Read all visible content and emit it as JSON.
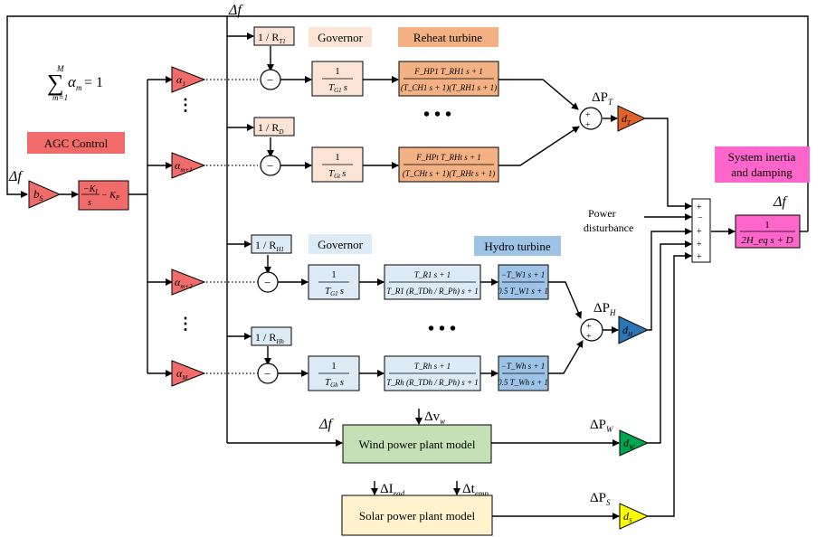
{
  "signals": {
    "df": "Δf",
    "sum_formula": "∑ α_m = 1",
    "sum_top": "M",
    "sum_bottom": "m=1",
    "sum_body": "α",
    "sum_sub": "m",
    "sum_eq": "= 1",
    "dP_T": "ΔP",
    "dP_T_sub": "T",
    "dP_H": "ΔP",
    "dP_H_sub": "H",
    "dP_W": "ΔP",
    "dP_W_sub": "W",
    "dP_S": "ΔP",
    "dP_S_sub": "S",
    "dv": "Δv",
    "dv_sub": "w",
    "dI": "ΔI",
    "dI_sub": "rad",
    "dt": "Δt",
    "dt_sub": "emp"
  },
  "labels": {
    "agc": "AGC Control",
    "governor_top": "Governor",
    "reheat": "Reheat turbine",
    "governor_bottom": "Governor",
    "hydro": "Hydro turbine",
    "system": [
      "System inertia",
      "and damping"
    ],
    "power_dist": [
      "Power",
      "disturbance"
    ]
  },
  "blocks": {
    "bs": "b",
    "bs_sub": "S",
    "pi_num": "−K",
    "pi_num_sub": "I",
    "pi_den": "s",
    "pi_tail": "− K",
    "pi_tail_sub": "P",
    "alpha1": "α",
    "alpha1_sub": "1",
    "alpham1": "α",
    "alpham1_sub": "m+1",
    "alpham2": "α",
    "alpham2_sub": "m+2",
    "alphaM": "α",
    "alphaM_sub": "M",
    "r_t1": "1 / R",
    "r_t1_sub": "T1",
    "r_d": "1 / R",
    "r_d_sub": "D",
    "r_h1": "1 / R",
    "r_h1_sub": "H1",
    "r_hh": "1 / R",
    "r_hh_sub": "Hh",
    "gov_num": "1",
    "gov_t1": "T",
    "gov_t1_sub": "G1",
    "gov_t1_s": "s",
    "gov_tt": "T",
    "gov_tt_sub": "Gt",
    "gov_tt_s": "s",
    "gov_h1": "T",
    "gov_h1_sub": "G1",
    "gov_h1_s": "s",
    "gov_hh": "T",
    "gov_hh_sub": "Gh",
    "gov_hh_s": "s",
    "reheat1_num": "F_HP1 T_RH1 s + 1",
    "reheat1_den": "(T_CH1 s + 1)(T_RH1 s + 1)",
    "reheat2_num": "F_HPt T_RHt s + 1",
    "reheat2_den": "(T_CHt s + 1)(T_RHt s + 1)",
    "hgov1_num": "T_R1 s + 1",
    "hgov1_den": "T_R1 (R_TDh / R_Ph) s + 1",
    "hgov2_num": "T_Rh s + 1",
    "hgov2_den": "T_Rh (R_TDh / R_Ph) s + 1",
    "hyd1_num": "−T_W1 s + 1",
    "hyd1_den": "0.5 T_W1 s + 1",
    "hyd2_num": "−T_Wh s + 1",
    "hyd2_den": "0.5 T_Wh s + 1",
    "dT": "d",
    "dT_sub": "T",
    "dH": "d",
    "dH_sub": "H",
    "dW": "d",
    "dW_sub": "W",
    "dS": "d",
    "dS_sub": "S",
    "sys_num": "1",
    "sys_den": "2H_eq s + D",
    "wind": "Wind power plant model",
    "solar": "Solar power plant model"
  },
  "colors": {
    "agc": "#f26b6b",
    "governor": "#fbe4d5",
    "reheat": "#f4b183",
    "hydro_gov": "#ddebf7",
    "hydro": "#9dc3e6",
    "wind": "#c5e0b4",
    "solar": "#fff2cc",
    "system": "#ff66cc",
    "dT": "#e2622b",
    "dH": "#2e75b6",
    "dW": "#00a550",
    "dS": "#ffff00"
  }
}
